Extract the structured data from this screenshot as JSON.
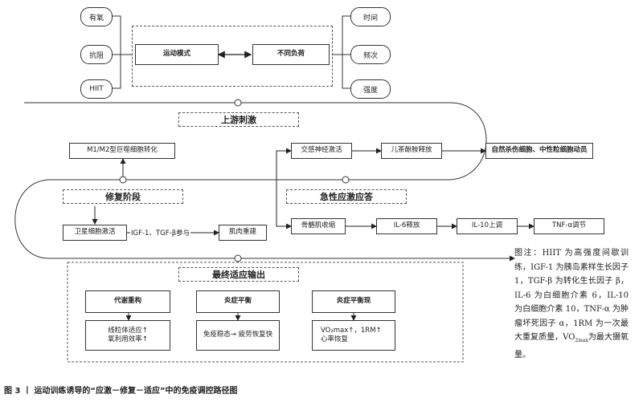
{
  "left_pills": [
    "有氧",
    "抗阻",
    "HIIT"
  ],
  "right_pills": [
    "时间",
    "频次",
    "强度"
  ],
  "top": {
    "mode": "运动模式",
    "load": "不同负荷"
  },
  "stage_upstream": "上游刺激",
  "stage_repair": "修复阶段",
  "stage_acute": "急性应激应答",
  "stage_final": "最终适应输出",
  "macrophage": "M1/M2型巨噬细胞转化",
  "acute_row1": [
    "交感神经激活",
    "儿茶酚胺释放",
    "自然杀伤细胞、中性粒细胞动员"
  ],
  "acute_row2": [
    "骨骼肌收缩",
    "IL-6释放",
    "IL-10上调",
    "TNF-α调节"
  ],
  "repair": {
    "satellite": "卫星细胞激活",
    "factors": "IGF-1、TGF-β参与",
    "rebuild": "肌肉重建"
  },
  "final": {
    "heads": [
      "代谢重构",
      "炎症平衡",
      "炎症平衡现"
    ],
    "details": [
      [
        "线粒体适应↑",
        "氧利用效率↑"
      ],
      [
        "免疫稳态→ 疲劳恢复快"
      ],
      [
        "VO₂max↑，1RM↑",
        "心率恢复"
      ]
    ]
  },
  "note": {
    "p1": "图注：HIIT 为高强度间歇训练，IGF-1 为胰岛素样生长因子 1，TGF-β 为转化生长因子 β，IL-6 为白细胞介素 6，IL-10 为白细胞介素 10，TNF-α 为肿瘤坏死因子 α，1RM 为一次最大重复质量，VO",
    "sub": "2max",
    "p2": "为最大摄氧量。"
  },
  "caption": "图 3  丨 运动训练诱导的“应激－修复－适应”中的免疫调控路径图"
}
